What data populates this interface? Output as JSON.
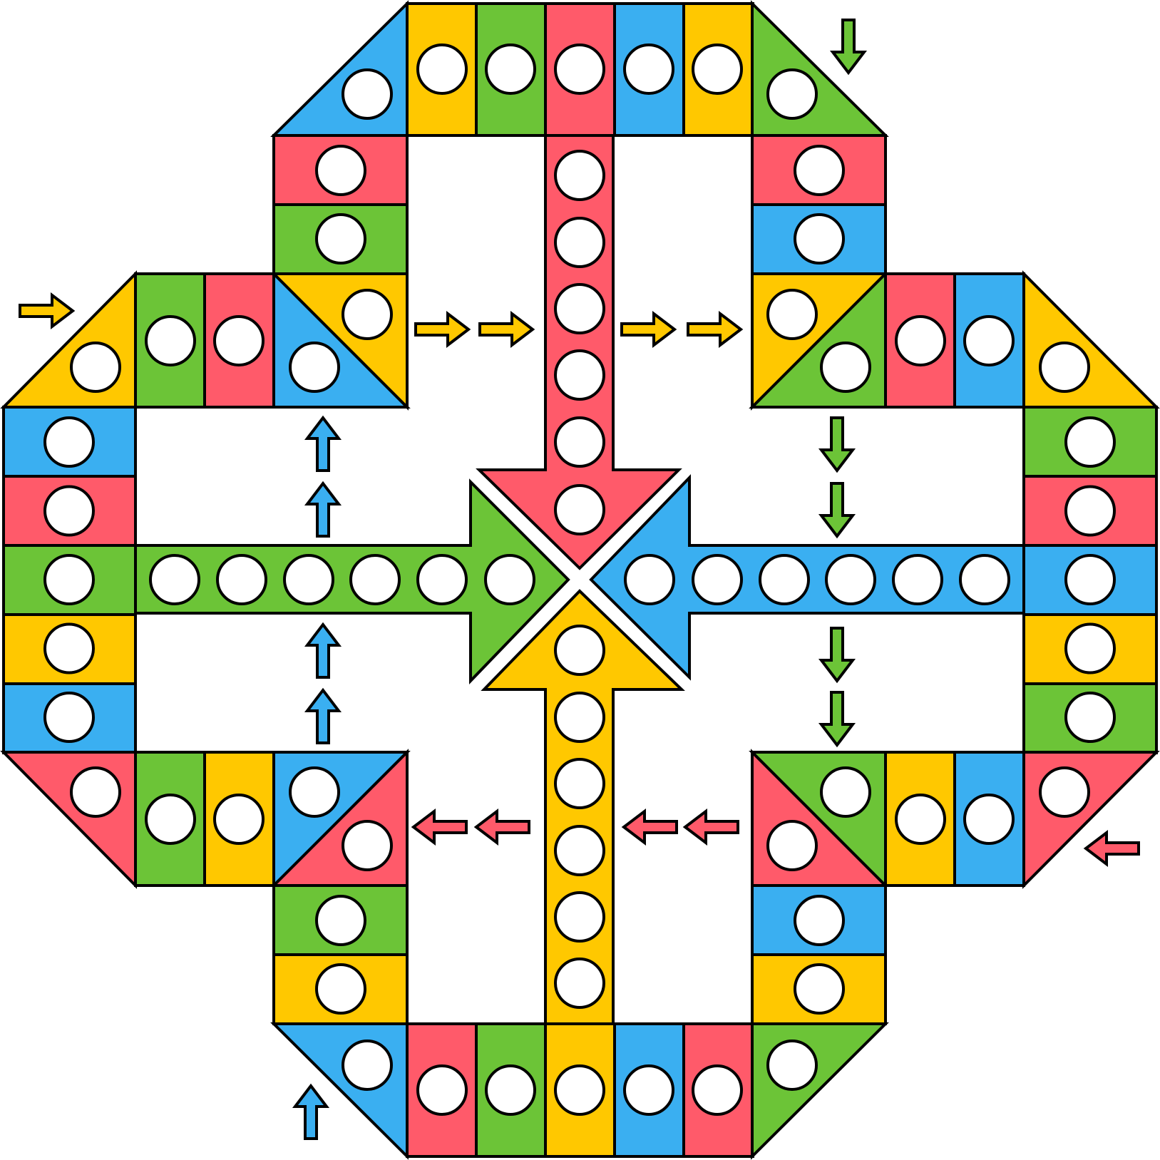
{
  "game": {
    "type": "ludo-style race board",
    "board_shape": "octagonal ring with cross-shaped home columns",
    "colors": {
      "red": "#FF5A6A",
      "yellow": "#FFC800",
      "green": "#6CC437",
      "blue": "#3AAFF1",
      "outline": "#000000",
      "spot": "#ffffff"
    },
    "player_colors": [
      "yellow",
      "green",
      "red",
      "blue"
    ],
    "icons": {
      "spot": "circle-spot-icon",
      "direction_arrow": "direction-arrow-icon",
      "home_arrow": "home-arrow-icon"
    },
    "track": {
      "top_row": [
        "yellow",
        "green",
        "red",
        "blue",
        "yellow"
      ],
      "bottom_row": [
        "red",
        "green",
        "yellow",
        "blue",
        "red"
      ],
      "left_column": [
        "blue",
        "red",
        "green",
        "yellow",
        "blue"
      ],
      "right_column": [
        "green",
        "red",
        "blue",
        "yellow",
        "green"
      ],
      "upper_left_vertical": [
        "red",
        "green"
      ],
      "upper_right_vertical": [
        "red",
        "blue"
      ],
      "lower_left_vertical": [
        "green",
        "yellow"
      ],
      "lower_right_vertical": [
        "blue",
        "yellow"
      ],
      "left_upper_horizontal": [
        "green",
        "red"
      ],
      "left_lower_horizontal": [
        "green",
        "yellow"
      ],
      "right_upper_horizontal": [
        "red",
        "blue"
      ],
      "right_lower_horizontal": [
        "yellow",
        "blue"
      ],
      "corner_triangles": {
        "top_left": "blue",
        "top_right": "green",
        "bottom_left": "blue",
        "bottom_right": "green",
        "left_top": "yellow",
        "left_bottom": "red",
        "right_top": "yellow",
        "right_bottom": "red"
      },
      "split_corners": {
        "upper_left": [
          "blue",
          "yellow"
        ],
        "upper_right": [
          "yellow",
          "green"
        ],
        "lower_left": [
          "blue",
          "red"
        ],
        "lower_right": [
          "red",
          "green"
        ]
      }
    },
    "home_columns": {
      "red": {
        "direction": "down",
        "spots": 6
      },
      "green": {
        "direction": "right",
        "spots": 6
      },
      "blue": {
        "direction": "left",
        "spots": 6
      },
      "yellow": {
        "direction": "up",
        "spots": 6
      }
    },
    "direction_arrows": {
      "yellow": {
        "direction": "right",
        "count": 4
      },
      "green": {
        "direction": "down",
        "count": 4
      },
      "red": {
        "direction": "left",
        "count": 4
      },
      "blue": {
        "direction": "up",
        "count": 4
      }
    },
    "entry_arrows": {
      "yellow": "right",
      "green": "down",
      "red": "left",
      "blue": "up"
    }
  }
}
